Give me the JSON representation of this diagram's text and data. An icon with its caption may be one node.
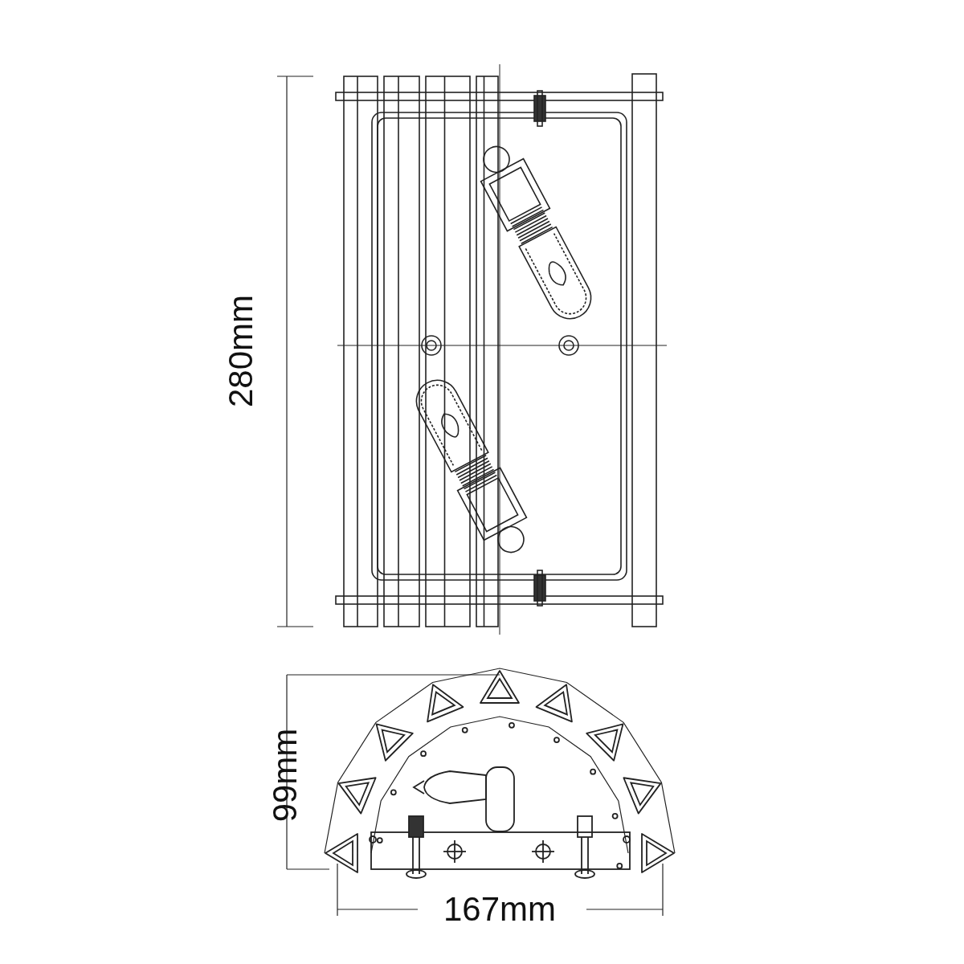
{
  "diagram": {
    "labels": [
      "280mm",
      "99mm",
      "167mm"
    ]
  }
}
